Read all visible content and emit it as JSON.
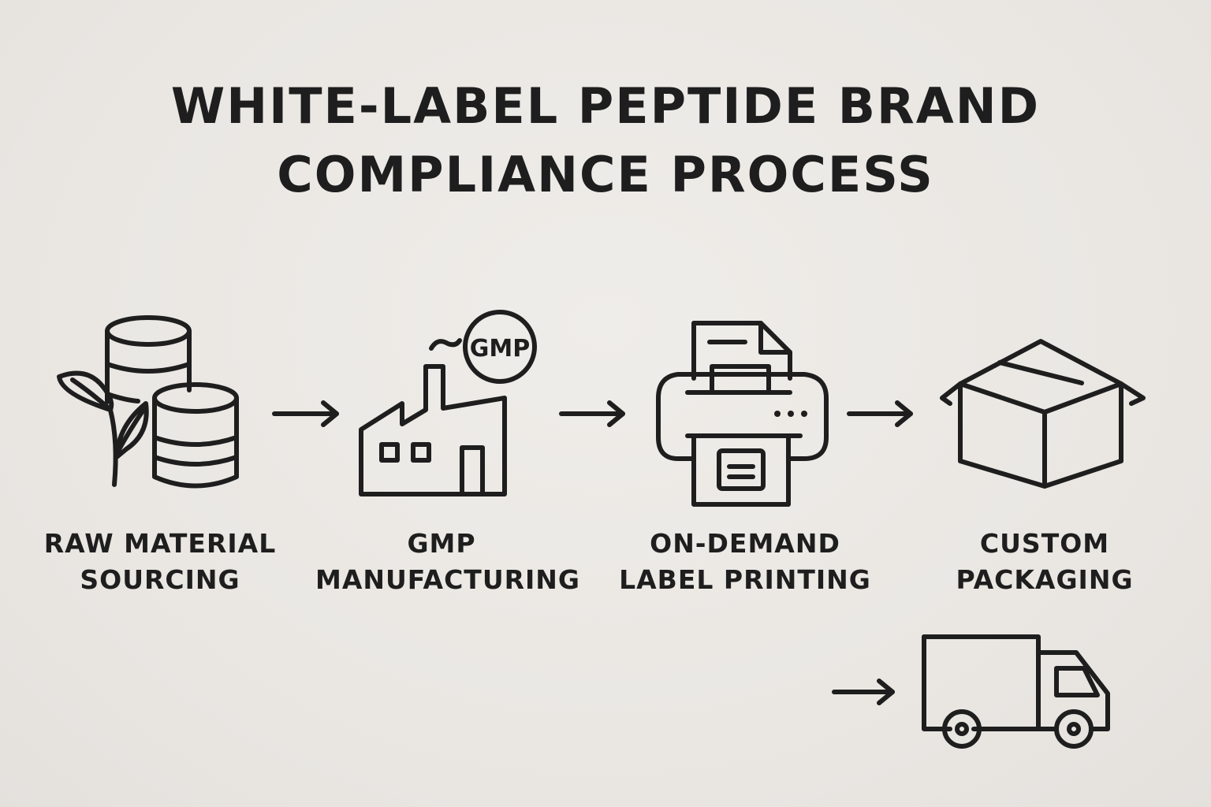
{
  "title": {
    "line1": "WHITE-LABEL PEPTIDE BRAND",
    "line2": "COMPLIANCE PROCESS"
  },
  "steps": [
    {
      "line1": "RAW MATERIAL",
      "line2": "SOURCING",
      "icon": "barrels-leaf-icon"
    },
    {
      "line1": "GMP",
      "line2": "MANUFACTURING",
      "icon": "factory-icon",
      "badge": "GMP"
    },
    {
      "line1": "ON-DEMAND",
      "line2": "LABEL PRINTING",
      "icon": "printer-icon"
    },
    {
      "line1": "CUSTOM",
      "line2": "PACKAGING",
      "icon": "box-icon"
    },
    {
      "icon": "delivery-truck-icon"
    }
  ],
  "colors": {
    "background": "#ebe8e4",
    "ink": "#1e1e1e"
  }
}
